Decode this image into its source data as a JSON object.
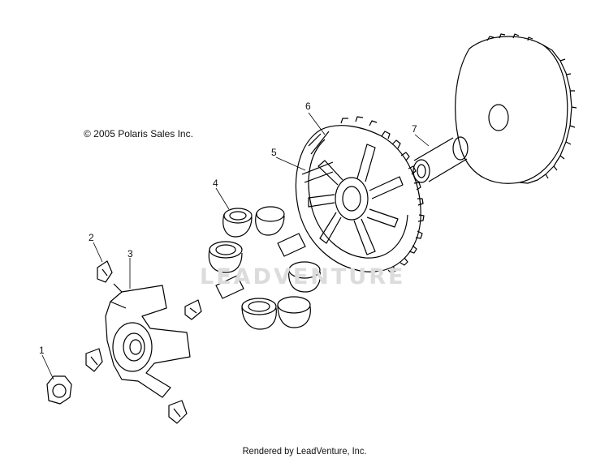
{
  "copyright": "© 2005 Polaris Sales Inc.",
  "footer": "Rendered by LeadVenture, Inc.",
  "watermark": "LEADVENTURE",
  "callouts": [
    {
      "label": "1",
      "part": "nut"
    },
    {
      "label": "2",
      "part": "button-set"
    },
    {
      "label": "3",
      "part": "spider"
    },
    {
      "label": "4",
      "part": "roller"
    },
    {
      "label": "5",
      "part": "moveable-sheave"
    },
    {
      "label": "6",
      "part": "sheave-ring"
    },
    {
      "label": "7",
      "part": "spacer-bushing"
    }
  ]
}
